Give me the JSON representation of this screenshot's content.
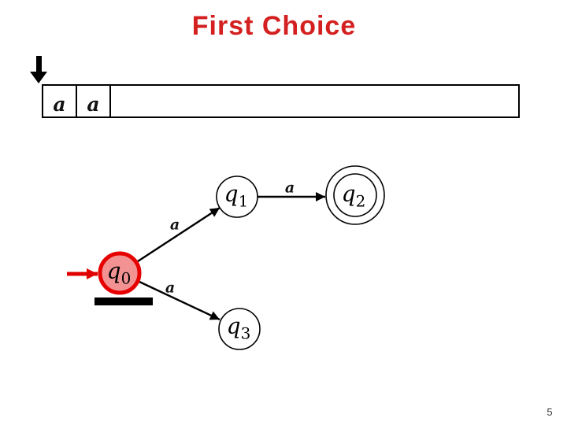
{
  "slide": {
    "title": "First Choice",
    "page_number": "5"
  },
  "tape": {
    "cells": [
      "a",
      "a"
    ]
  },
  "automaton": {
    "states": [
      {
        "id": "q0",
        "symbol": "q",
        "subscript": "0"
      },
      {
        "id": "q1",
        "symbol": "q",
        "subscript": "1"
      },
      {
        "id": "q2",
        "symbol": "q",
        "subscript": "2"
      },
      {
        "id": "q3",
        "symbol": "q",
        "subscript": "3"
      }
    ],
    "transitions": [
      {
        "from": "q0",
        "to": "q1",
        "label": "a"
      },
      {
        "from": "q1",
        "to": "q2",
        "label": "a"
      },
      {
        "from": "q0",
        "to": "q3",
        "label": "a"
      }
    ]
  },
  "colors": {
    "title_red": "#d42020",
    "highlight_state_fill": "#f39292",
    "highlight_state_border": "#e60000",
    "start_arrow_red": "#e00000"
  }
}
